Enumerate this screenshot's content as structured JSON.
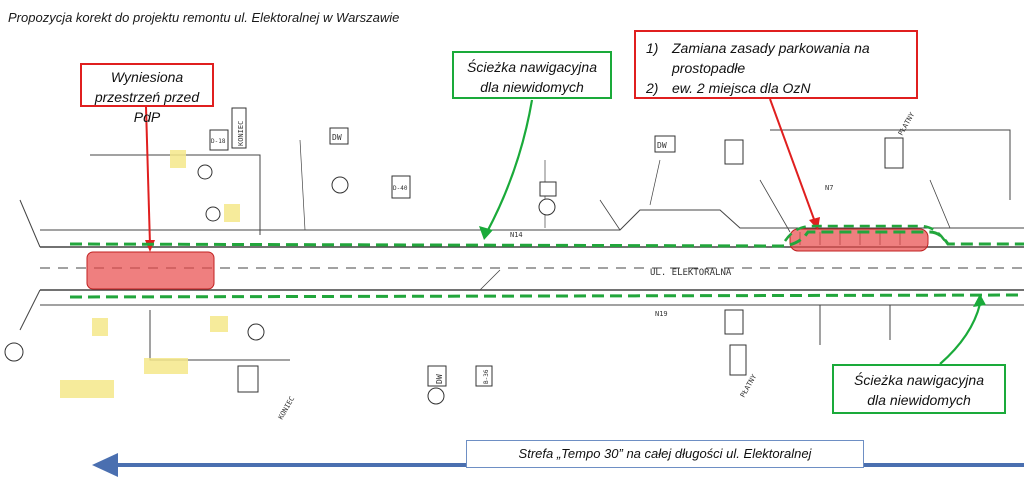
{
  "title": "Propozycja korekt do projektu remontu ul. Elektoralnej w Warszawie",
  "callouts": {
    "pdp": [
      "Wyniesiona",
      "przestrzeń przed PdP"
    ],
    "nav_top": [
      "Ścieżka nawigacyjna",
      "dla niewidomych"
    ],
    "nav_bottom": [
      "Ścieżka nawigacyjna",
      "dla niewidomych"
    ],
    "parking": [
      {
        "num": "1)",
        "text": "Zamiana zasady parkowania na"
      },
      {
        "num": "",
        "text": "prostopadłe"
      },
      {
        "num": "2)",
        "text": "ew. 2 miejsca dla OzN"
      }
    ]
  },
  "tempo_zone": "Strefa „Tempo 30” na całej długości ul. Elektoralnej",
  "drawing_labels": {
    "street_name": "UL. ELEKTORALNA",
    "sign_koniec_top": "KONIEC",
    "sign_koniec_bottom": "KONIEC",
    "sign_platny_top": "PŁATNY",
    "sign_platny_bottom": "PŁATNY",
    "sign_dw_1": "DW",
    "sign_dw_2": "DW",
    "sign_dw_3": "DW",
    "sign_d18": "D-18",
    "sign_d40": "D-40",
    "sign_b36": "B-36",
    "label_n14": "N14",
    "label_n19": "N19",
    "label_n7": "N7"
  },
  "colors": {
    "nav_path": "#22a63c",
    "highlight": "#e84848",
    "callout_red": "#e01f1f",
    "callout_green": "#1aaa3a",
    "tempo_arrow": "#4a6fb0"
  }
}
